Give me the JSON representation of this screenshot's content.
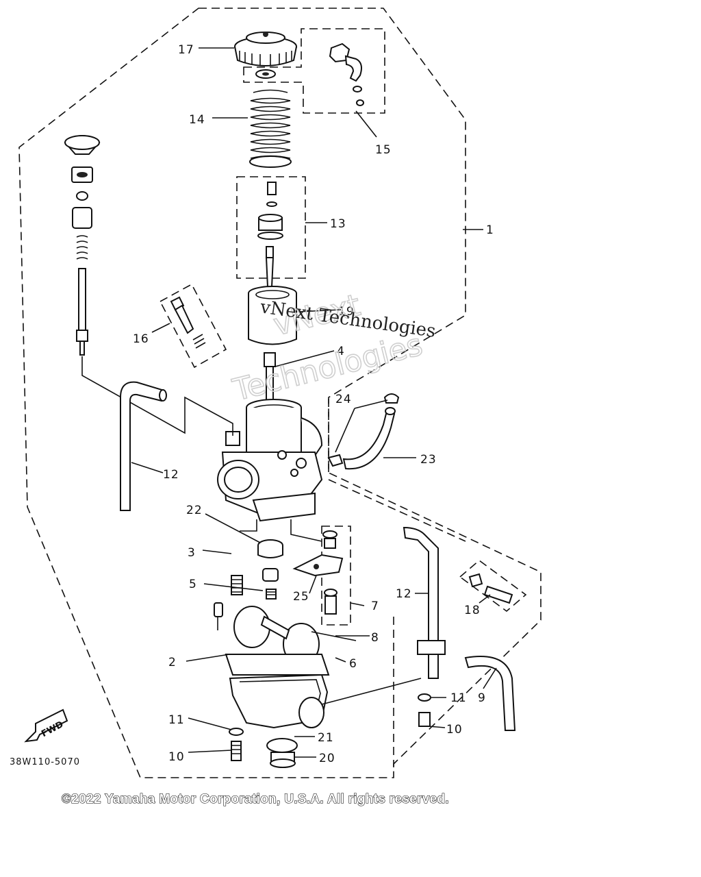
{
  "callouts": [
    {
      "id": "c1",
      "label": "1"
    },
    {
      "id": "c2",
      "label": "2"
    },
    {
      "id": "c3",
      "label": "3"
    },
    {
      "id": "c4",
      "label": "4"
    },
    {
      "id": "c5",
      "label": "5"
    },
    {
      "id": "c6",
      "label": "6"
    },
    {
      "id": "c7",
      "label": "7"
    },
    {
      "id": "c8",
      "label": "8"
    },
    {
      "id": "c9",
      "label": "9"
    },
    {
      "id": "c10a",
      "label": "10"
    },
    {
      "id": "c10b",
      "label": "10"
    },
    {
      "id": "c11a",
      "label": "11"
    },
    {
      "id": "c11b",
      "label": "11"
    },
    {
      "id": "c12a",
      "label": "12"
    },
    {
      "id": "c12b",
      "label": "12"
    },
    {
      "id": "c13",
      "label": "13"
    },
    {
      "id": "c14",
      "label": "14"
    },
    {
      "id": "c15",
      "label": "15"
    },
    {
      "id": "c16",
      "label": "16"
    },
    {
      "id": "c17",
      "label": "17"
    },
    {
      "id": "c18",
      "label": "18"
    },
    {
      "id": "c19",
      "label": "19"
    },
    {
      "id": "c20",
      "label": "20"
    },
    {
      "id": "c21",
      "label": "21"
    },
    {
      "id": "c22",
      "label": "22"
    },
    {
      "id": "c23",
      "label": "23"
    },
    {
      "id": "c24",
      "label": "24"
    },
    {
      "id": "c25",
      "label": "25"
    }
  ],
  "fwd_label": "FWD",
  "diagram_code": "38W110-5070",
  "copyright": "©2022 Yamaha Motor Corporation, U.S.A. All rights reserved.",
  "watermark": {
    "line1": "vNext",
    "line2": "Technologies",
    "overlay": "vNext Technologies"
  },
  "colors": {
    "ink": "#111111",
    "background": "#ffffff",
    "watermark": "#cfcfcf"
  }
}
